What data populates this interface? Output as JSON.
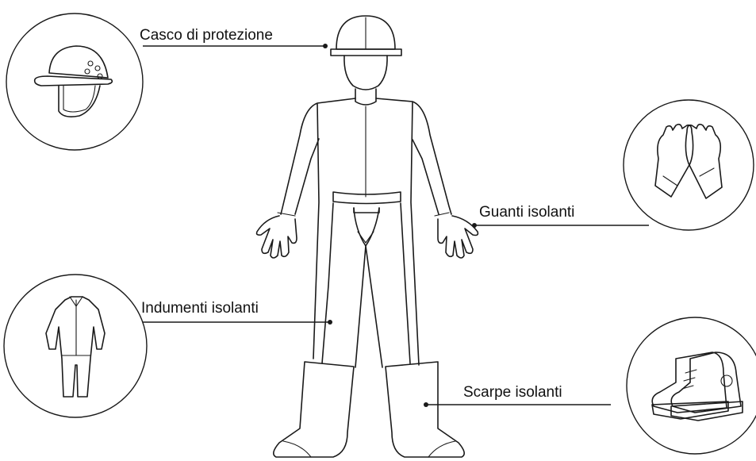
{
  "labels": {
    "helmet": "Casco di protezione",
    "gloves": "Guanti isolanti",
    "clothing": "Indumenti isolanti",
    "shoes": "Scarpe isolanti"
  },
  "icons": {
    "helmet": "helmet-icon",
    "gloves": "gloves-icon",
    "clothing": "coverall-icon",
    "shoes": "boots-icon"
  },
  "colors": {
    "ink": "#1a1a1a",
    "background": "#ffffff"
  }
}
